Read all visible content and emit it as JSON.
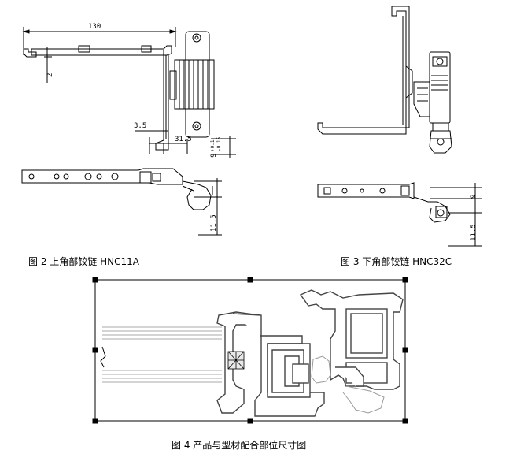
{
  "captions": {
    "fig2": "图 2 上角部铰链 HNC11A",
    "fig3": "图 3 下角部铰链 HNC32C",
    "fig4": "图 4 产品与型材配合部位尺寸图"
  },
  "dimensions": {
    "width_130": "130",
    "offset_2": "2",
    "d_3_5": "3.5",
    "d_31_5": "31.5",
    "d_9_tol": "9",
    "tol_plus": "+0.1",
    "tol_minus": "-0.15",
    "d_11_5": "11.5",
    "b_9": "9",
    "b_11_5": "11.5"
  }
}
